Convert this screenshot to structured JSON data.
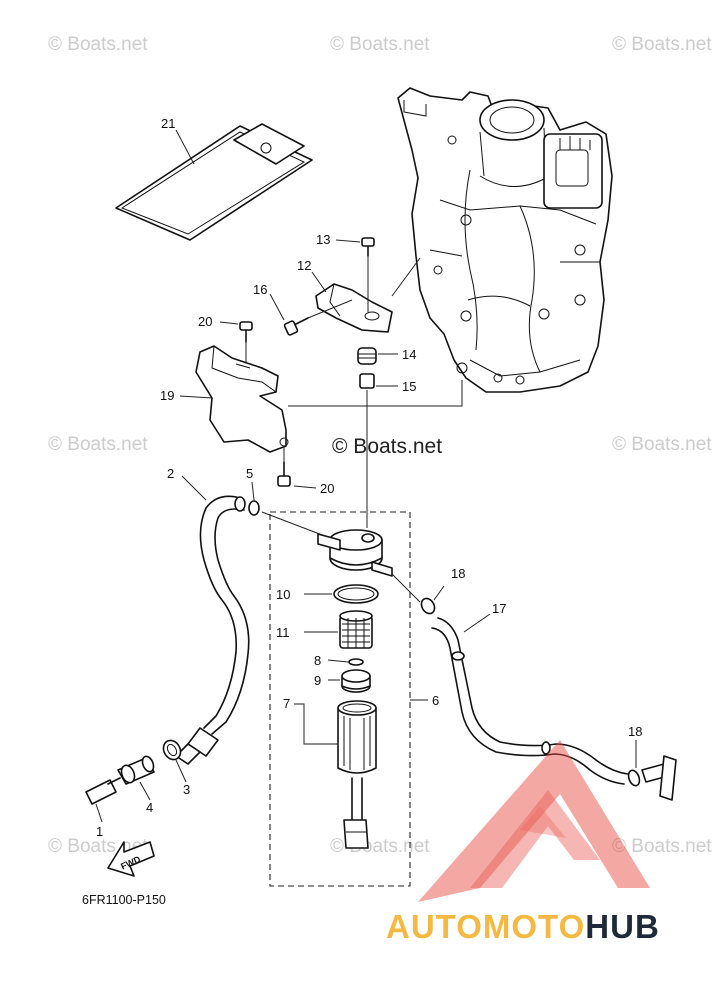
{
  "diagram": {
    "drawing_code": "6FR1100-P150",
    "fwd_label": "FWD",
    "center_watermark": "© Boats.net",
    "watermark_text": "© Boats.net",
    "callouts": [
      "1",
      "2",
      "3",
      "4",
      "5",
      "6",
      "7",
      "8",
      "9",
      "10",
      "11",
      "12",
      "13",
      "14",
      "15",
      "16",
      "17",
      "18",
      "18",
      "19",
      "20",
      "20",
      "21"
    ]
  },
  "brand": {
    "part_a": "AUTOMOTO",
    "part_b": "HUB",
    "color_a": "#F5B841",
    "color_b": "#1E2A3A",
    "logo_color": "#E8453C"
  }
}
